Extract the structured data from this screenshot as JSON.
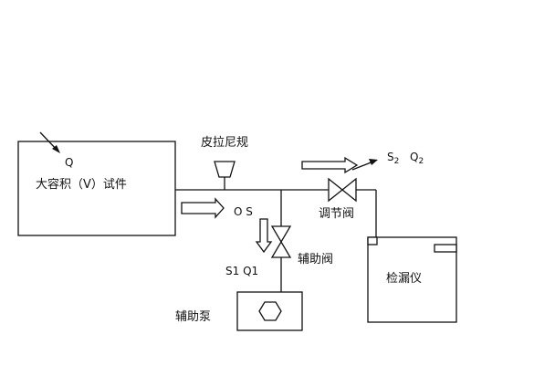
{
  "labels": {
    "vessel_q": "Q",
    "vessel_title": "大容积（V）试件",
    "gauge": "皮拉尼规",
    "flow_os": "O S",
    "control_valve": "调节阀",
    "s2_base": "S",
    "s2_sub": "2",
    "q2_base": "Q",
    "q2_sub": "2",
    "aux_valve": "辅助阀",
    "s1q1": "S1 Q1",
    "aux_pump": "辅助泵",
    "leak_detector": "检漏仪"
  },
  "colors": {
    "line": "#111111",
    "background": "#ffffff"
  }
}
